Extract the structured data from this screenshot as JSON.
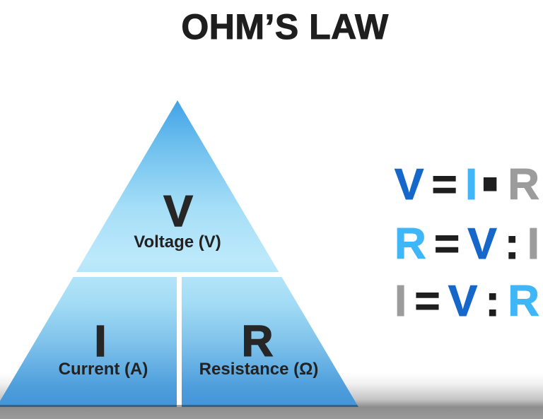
{
  "title": "OHM’S LAW",
  "triangle": {
    "top": {
      "symbol": "V",
      "label": "Voltage (V)"
    },
    "bottom_left": {
      "symbol": "I",
      "label": "Current (A)"
    },
    "bottom_right": {
      "symbol": "R",
      "label": "Resistance (Ω)"
    }
  },
  "formulas": [
    {
      "name": "V = I · R",
      "tokens": [
        {
          "text": "V",
          "color": "dark-blue",
          "kind": "letter"
        },
        {
          "text": "=",
          "color": "ink",
          "kind": "op"
        },
        {
          "text": "I",
          "color": "light-blue",
          "kind": "letter"
        },
        {
          "text": "·",
          "color": "ink",
          "kind": "dot"
        },
        {
          "text": "R",
          "color": "gray",
          "kind": "letter"
        }
      ]
    },
    {
      "name": "R = V : I",
      "tokens": [
        {
          "text": "R",
          "color": "light-blue",
          "kind": "letter"
        },
        {
          "text": "=",
          "color": "ink",
          "kind": "op"
        },
        {
          "text": "V",
          "color": "dark-blue",
          "kind": "letter"
        },
        {
          "text": ":",
          "color": "ink",
          "kind": "op"
        },
        {
          "text": "I",
          "color": "gray",
          "kind": "letter"
        }
      ]
    },
    {
      "name": "I = V : R",
      "tokens": [
        {
          "text": "I",
          "color": "gray",
          "kind": "letter"
        },
        {
          "text": "=",
          "color": "ink",
          "kind": "op"
        },
        {
          "text": "V",
          "color": "dark-blue",
          "kind": "letter"
        },
        {
          "text": ":",
          "color": "ink",
          "kind": "op"
        },
        {
          "text": "R",
          "color": "light-blue",
          "kind": "letter"
        }
      ]
    }
  ],
  "colors": {
    "dark_blue": "#1568c9",
    "light_blue": "#3eb6f7",
    "gray": "#9c9c9c",
    "ink": "#1e1e1e",
    "triangle_gradient_top": "#42a2e7",
    "triangle_gradient_mid": "#bde9fb",
    "triangle_gradient_bottom": "#4394d7",
    "divider": "#ffffff",
    "floor_gray": "#8d8d8d",
    "background": "#ffffff"
  }
}
